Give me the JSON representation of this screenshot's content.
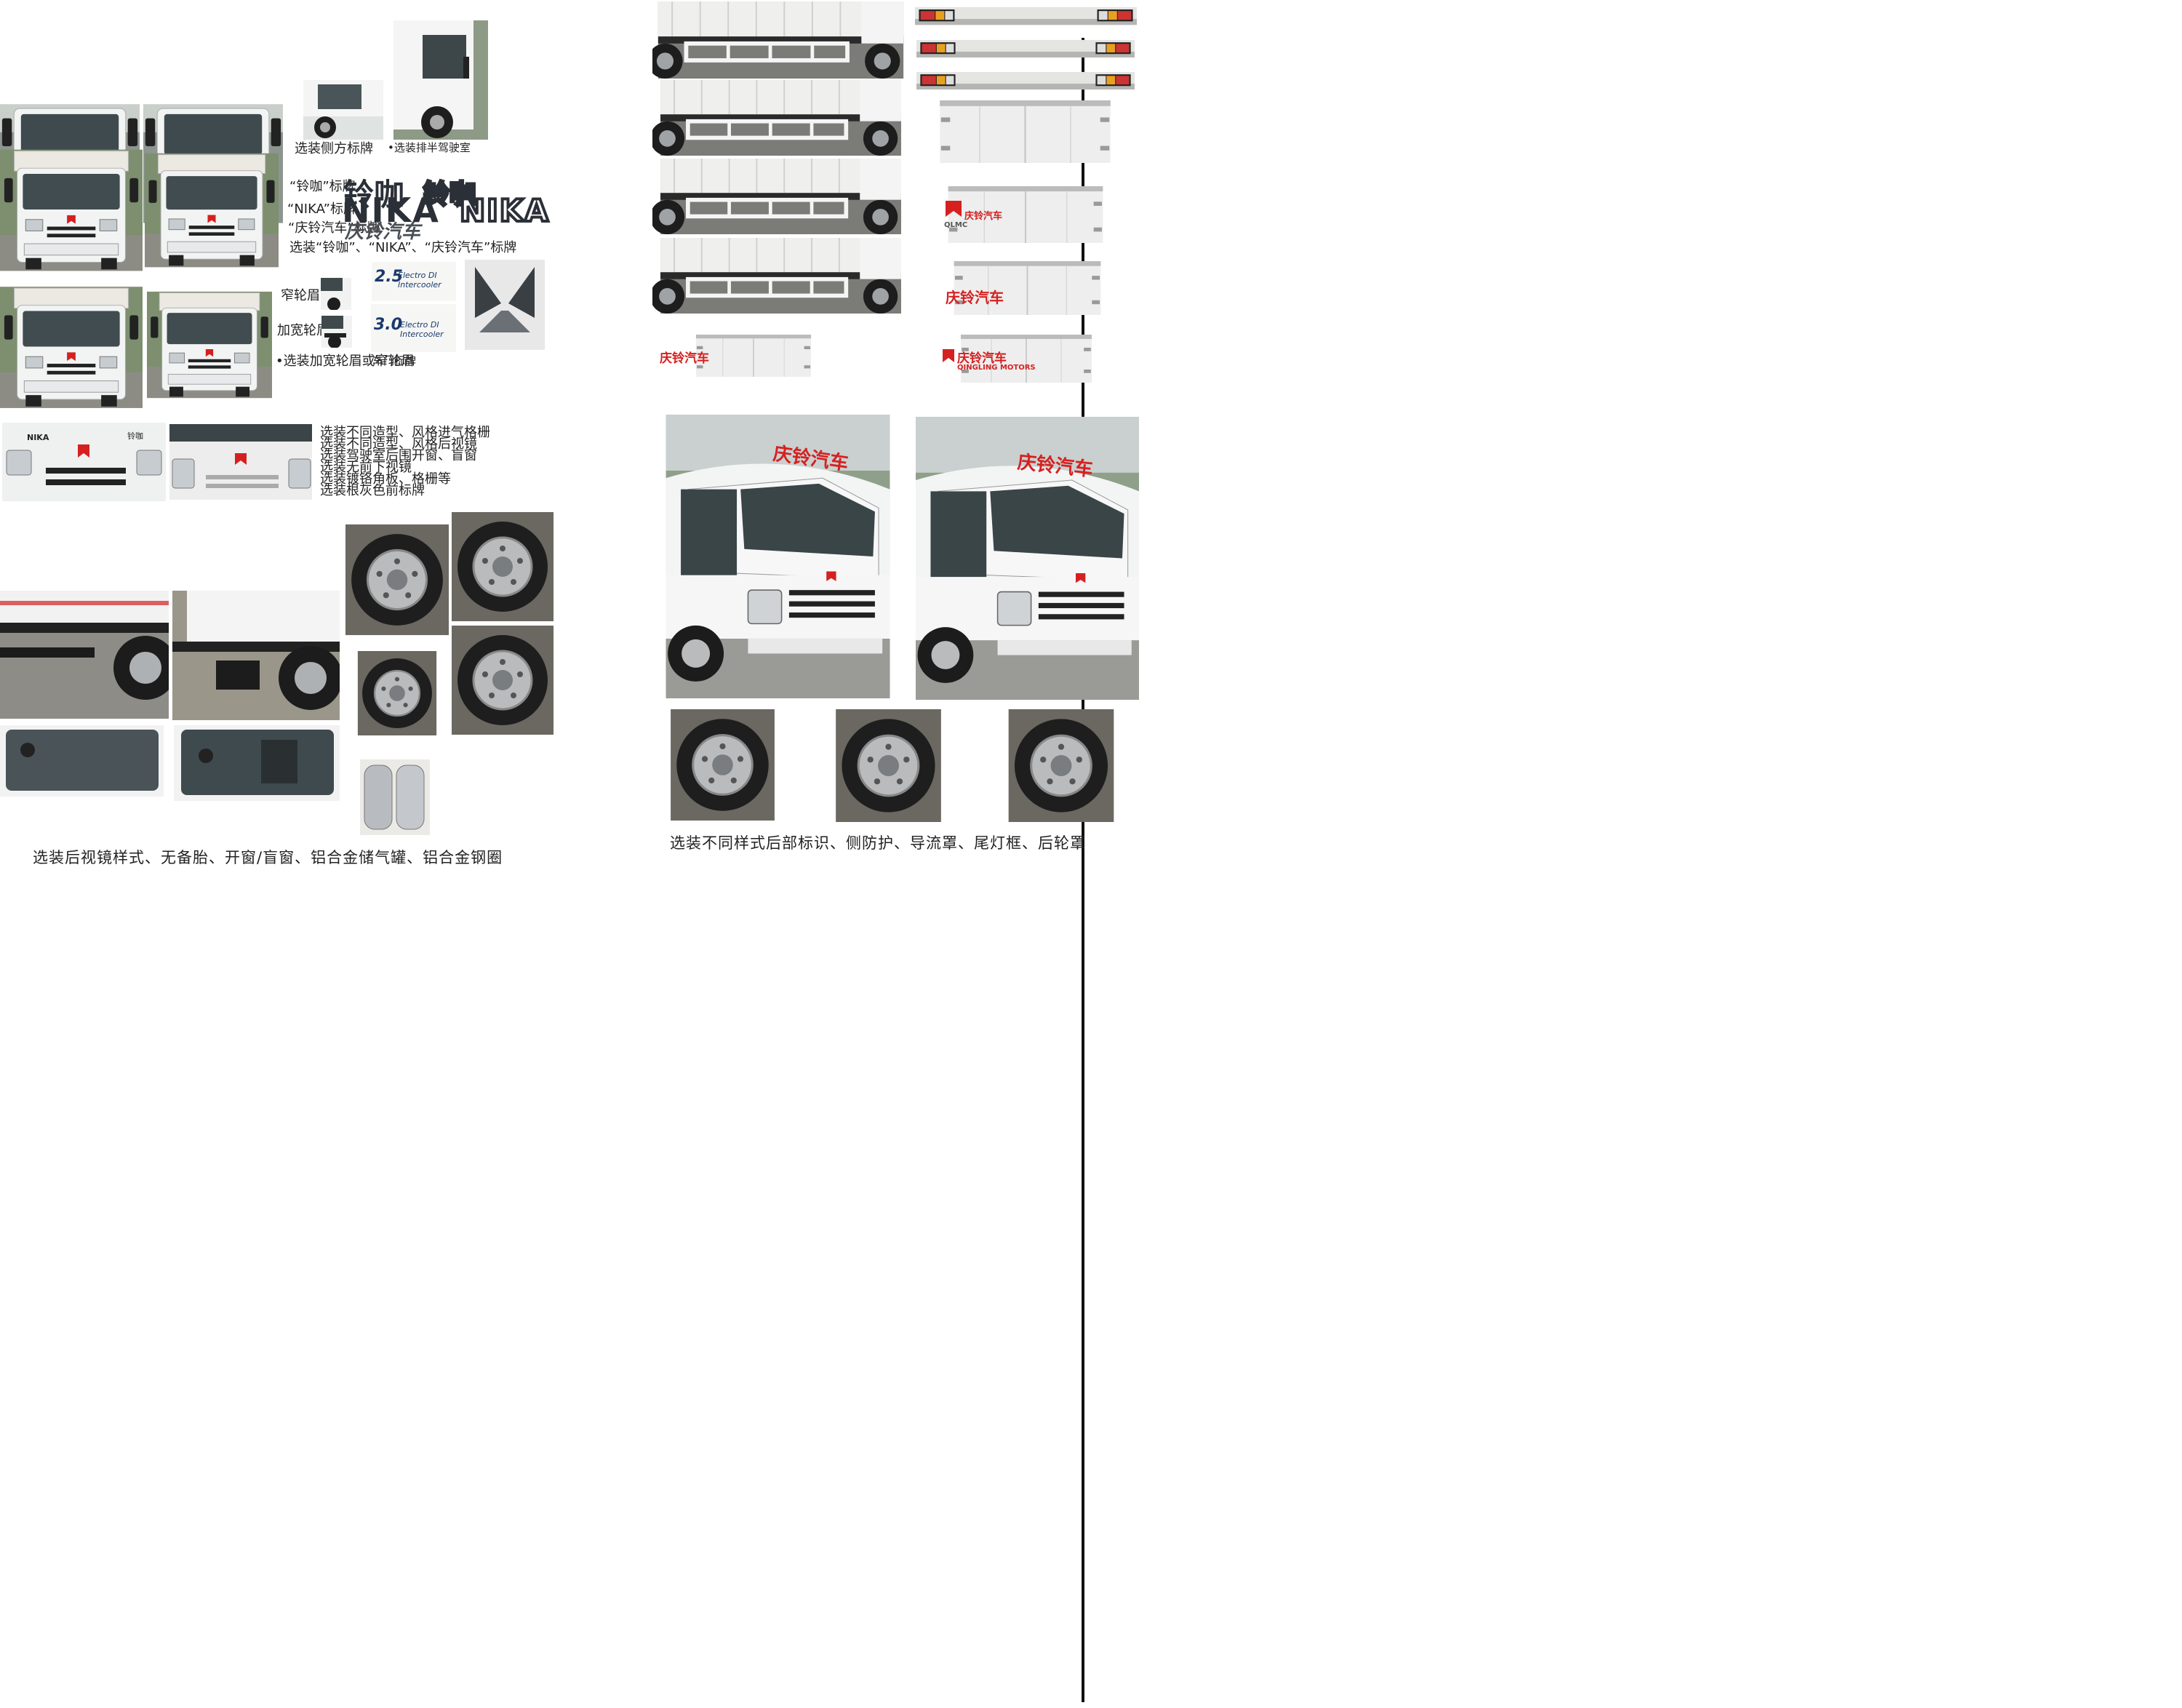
{
  "captions": {
    "side_plate": "选装侧方标牌",
    "half_cab": "•选装排半驾驶室",
    "linga_label": "“铃咖”标牌",
    "nika_label": "“NIKA”标牌",
    "qingling_label": "“庆铃汽车”标牌",
    "choose_brands": "选装“铃咖”、“NIKA”、“庆铃汽车”标牌",
    "narrow_fender": "窄轮眉",
    "wide_fender": "加宽轮眉",
    "fender_option": "•选装加宽轮眉或窄轮眉",
    "door_badge": "车门标牌",
    "bottom_left": "选装后视镜样式、无备胎、开窗/盲窗、铝合金储气罐、铝合金钢圈",
    "bottom_right": "选装不同样式后部标识、侧防护、导流罩、尾灯框、后轮罩"
  },
  "option_notes": [
    "选装不同造型、风格进气格栅",
    "选装不同造型、风格后视镜",
    "选装驾驶室后围开窗、盲窗",
    "选装无前下视镜",
    "选装镀铬角板、格栅等",
    "选装根灰色前标牌"
  ],
  "brands": {
    "linga": "铃咖",
    "nika": "NIKA",
    "qingling": "庆铃汽车",
    "badge1": "Electro DI Intercooler",
    "badge2": "Electro DI Intercooler",
    "badge1_mark": "2.5",
    "badge2_mark": "3.0",
    "cab_nika": "NIKA",
    "cab_linga": "铃咖",
    "qlmc": "QLMC",
    "qingling_motors": "QINGLING MOTORS"
  },
  "colors": {
    "brand_red": "#d62020",
    "cab_white": "#f4f5f5",
    "text": "#222222"
  }
}
